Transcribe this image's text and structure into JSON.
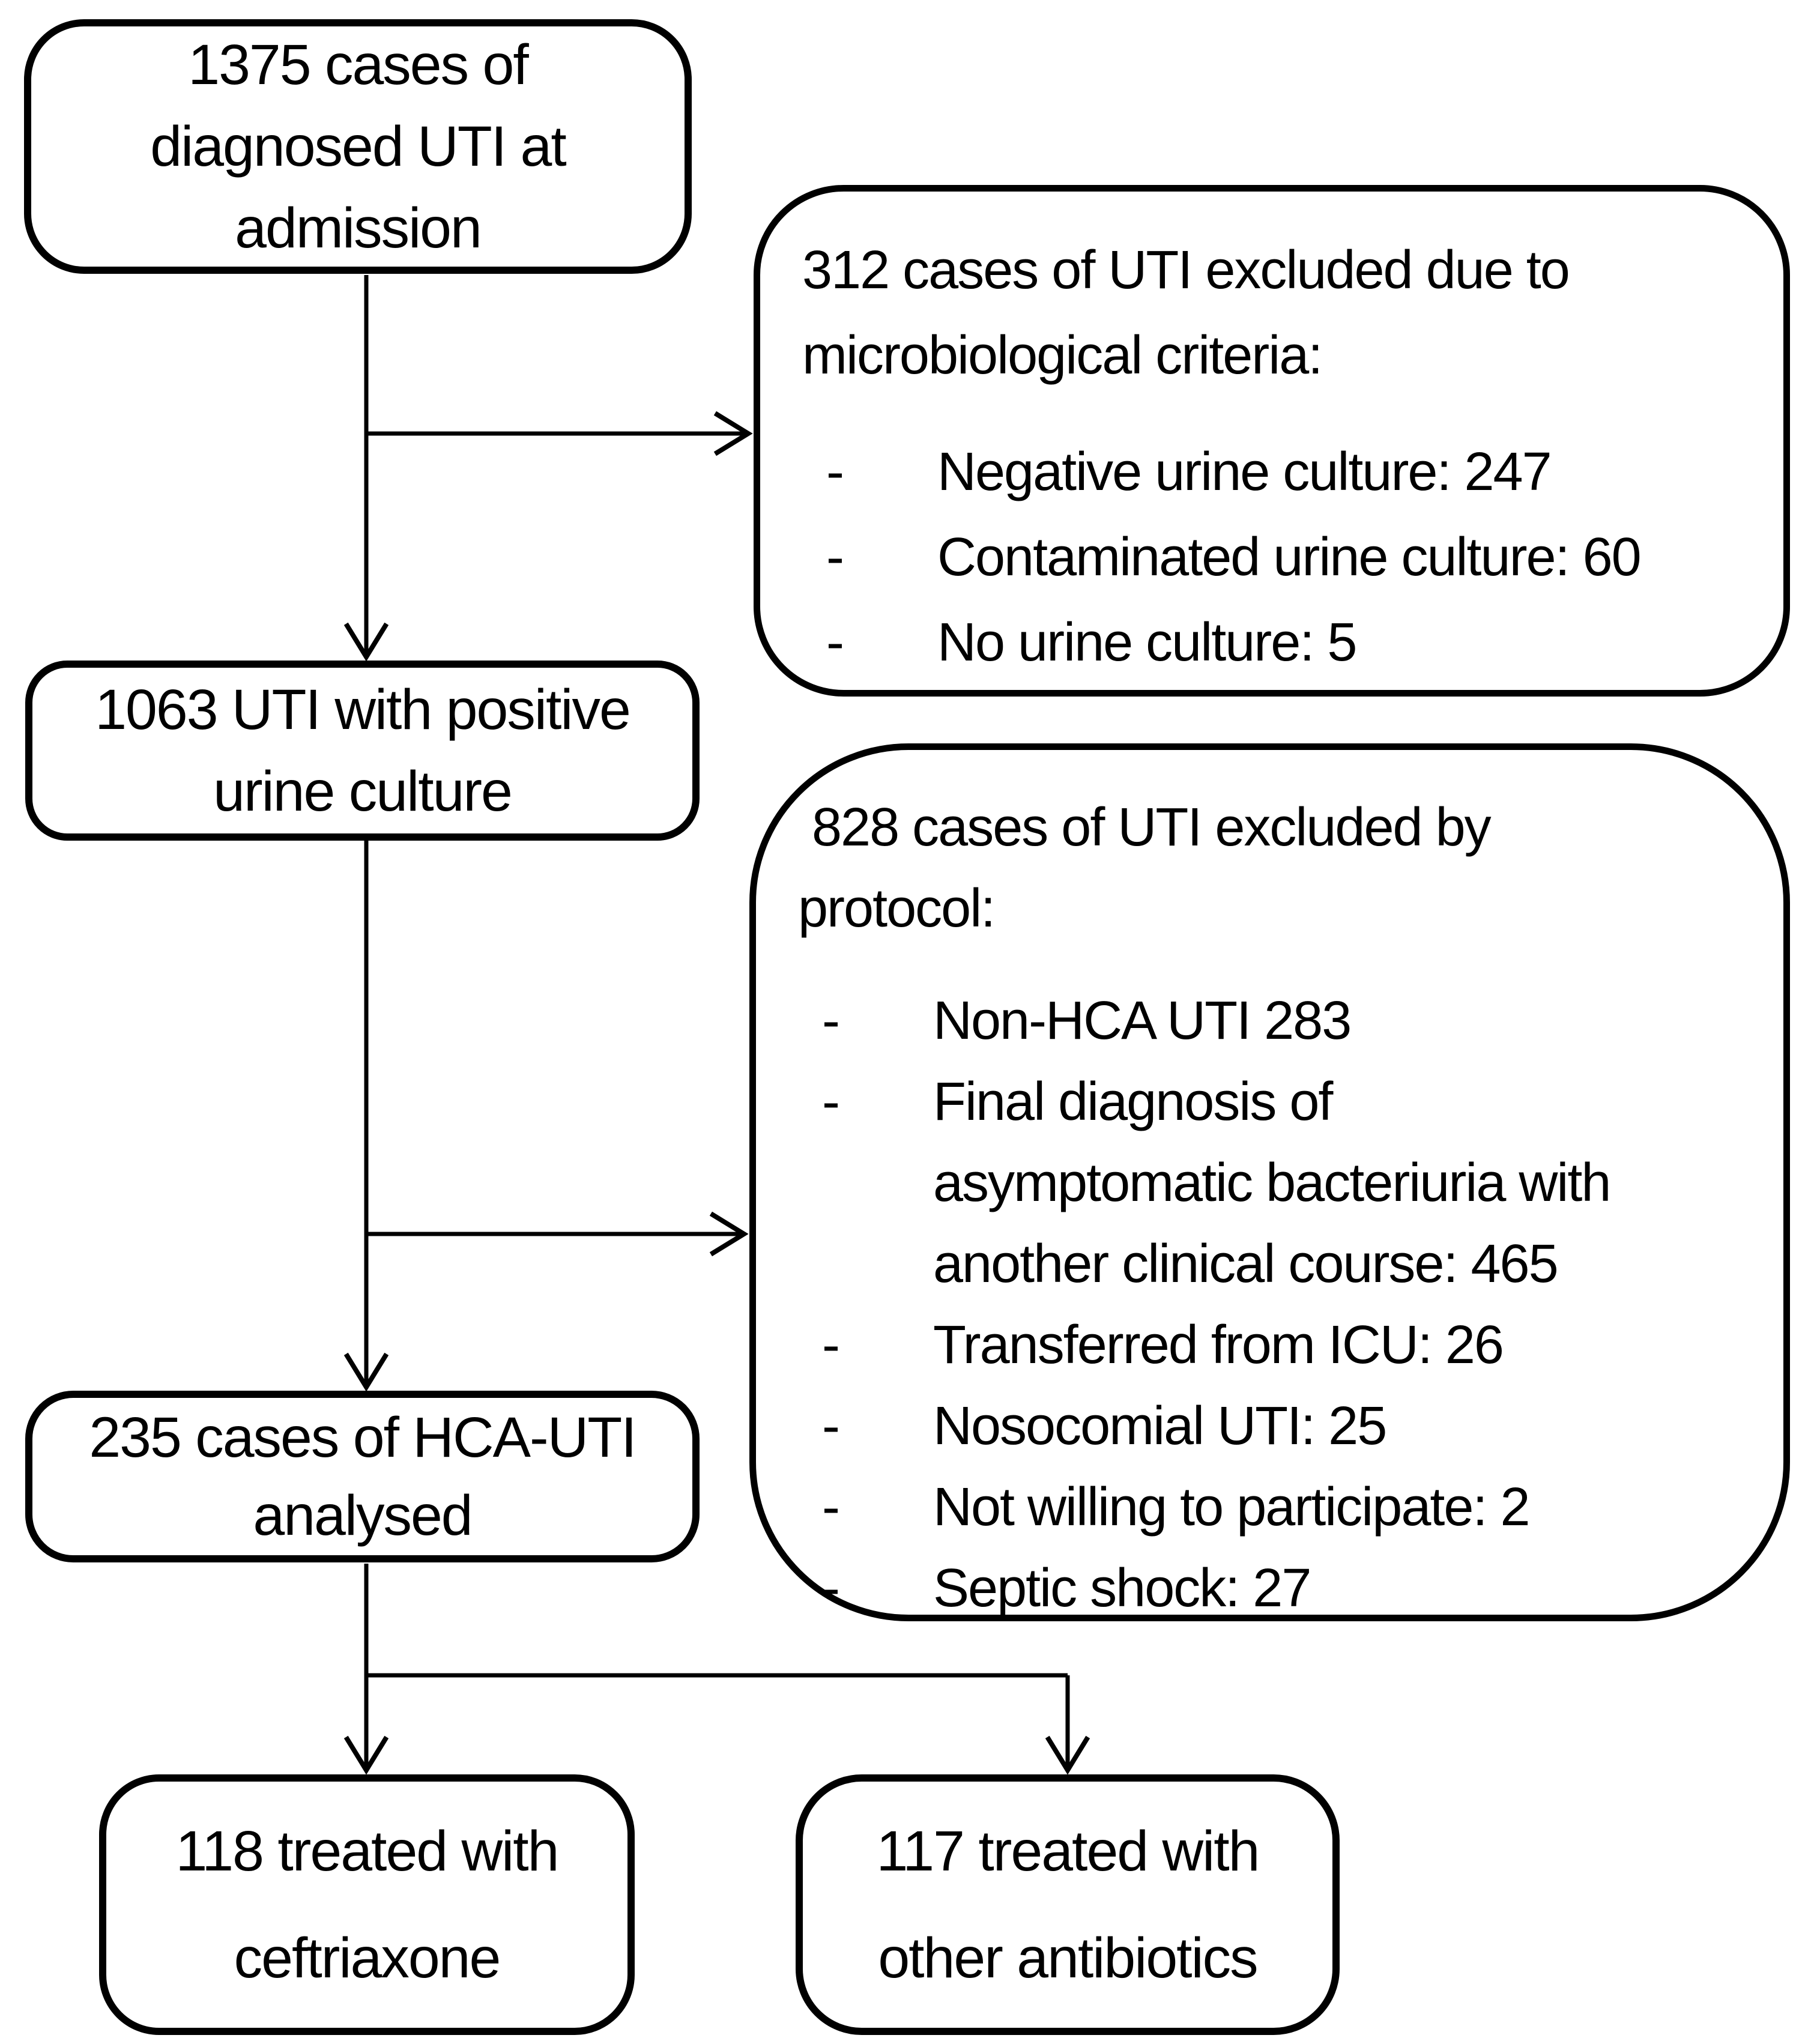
{
  "diagram": {
    "title": "Patient flow: HCA-UTI study enrolment",
    "bullet_marker": "-",
    "colors": {
      "ink": "#000000",
      "background": "#ffffff"
    },
    "boxes": {
      "admission": {
        "lines": [
          "1375 cases of",
          "diagnosed UTI at",
          "admission"
        ]
      },
      "positive_culture": {
        "lines": [
          "1063 UTI with positive",
          "urine culture"
        ]
      },
      "analysed": {
        "lines": [
          "235 cases of HCA-UTI",
          "analysed"
        ]
      },
      "ceftriaxone": {
        "lines": [
          "118 treated with",
          "ceftriaxone"
        ]
      },
      "other_antibiotics": {
        "lines": [
          "117 treated with",
          "other antibiotics"
        ]
      },
      "excluded_micro": {
        "heading_lines": [
          "312 cases of UTI excluded due to",
          "microbiological criteria:"
        ],
        "bullets": [
          {
            "lines": [
              "Negative urine culture: 247"
            ]
          },
          {
            "lines": [
              "Contaminated urine culture: 60"
            ]
          },
          {
            "lines": [
              "No urine culture: 5"
            ]
          }
        ]
      },
      "excluded_protocol": {
        "heading_lines": [
          " 828 cases of UTI excluded by",
          "protocol:"
        ],
        "bullets": [
          {
            "lines": [
              "Non-HCA UTI 283"
            ]
          },
          {
            "lines": [
              "Final diagnosis of",
              "asymptomatic bacteriuria with",
              "another clinical course: 465"
            ]
          },
          {
            "lines": [
              "Transferred from ICU: 26"
            ]
          },
          {
            "lines": [
              "Nosocomial UTI: 25"
            ]
          },
          {
            "lines": [
              "Not willing to participate: 2"
            ]
          },
          {
            "lines": [
              "Septic shock: 27"
            ]
          }
        ]
      }
    }
  }
}
